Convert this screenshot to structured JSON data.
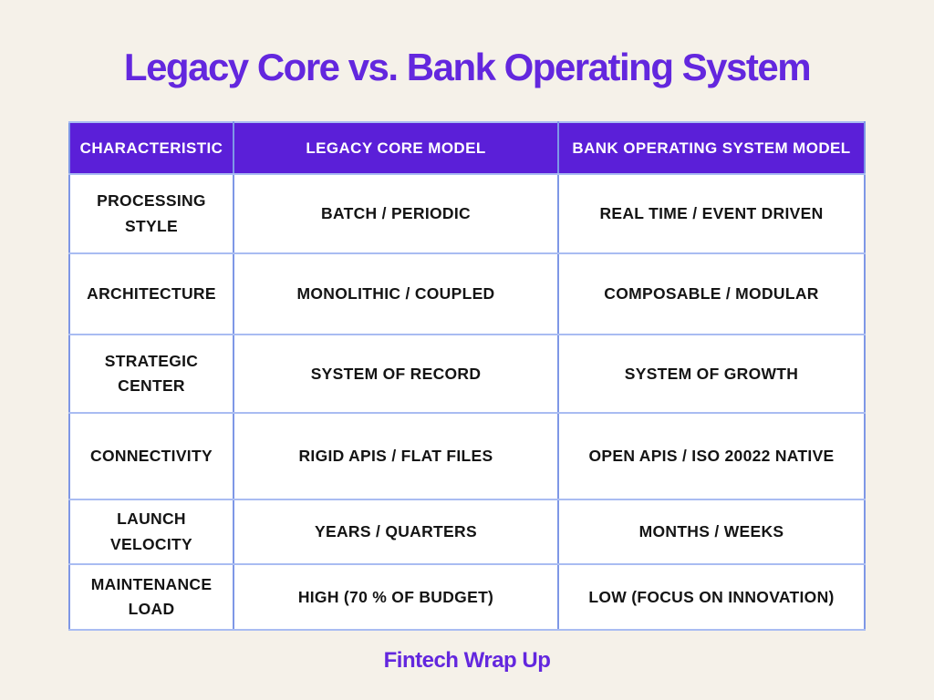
{
  "page": {
    "title": "Legacy Core vs. Bank Operating System",
    "footer": "Fintech Wrap Up"
  },
  "colors": {
    "background": "#F5F1E9",
    "accent_purple": "#6327DE",
    "header_background": "#5B1FD8",
    "header_text": "#FFFFFF",
    "border_vertical": "#7E97E6",
    "border_horizontal": "#A9BCF2",
    "body_text": "#141414",
    "cell_background": "#FFFFFF"
  },
  "table": {
    "headers": {
      "characteristic": "CHARACTERISTIC",
      "legacy": "LEGACY CORE MODEL",
      "bos": "BANK OPERATING SYSTEM MODEL"
    },
    "rows": [
      {
        "characteristic": "PROCESSING\nSTYLE",
        "legacy": "BATCH / PERIODIC",
        "bos": "REAL TIME / EVENT DRIVEN"
      },
      {
        "characteristic": "ARCHITECTURE",
        "legacy": "MONOLITHIC / COUPLED",
        "bos": "COMPOSABLE / MODULAR"
      },
      {
        "characteristic": "STRATEGIC CENTER",
        "legacy": "SYSTEM OF RECORD",
        "bos": "SYSTEM OF GROWTH"
      },
      {
        "characteristic": "CONNECTIVITY",
        "legacy": "RIGID APIS / FLAT FILES",
        "bos": "OPEN APIS / ISO 20022 NATIVE"
      },
      {
        "characteristic": "LAUNCH VELOCITY",
        "legacy": "YEARS / QUARTERS",
        "bos": "MONTHS / WEEKS"
      },
      {
        "characteristic": "MAINTENANCE\nLOAD",
        "legacy": "HIGH (70 % OF BUDGET)",
        "bos": "LOW (FOCUS ON INNOVATION)"
      }
    ]
  }
}
